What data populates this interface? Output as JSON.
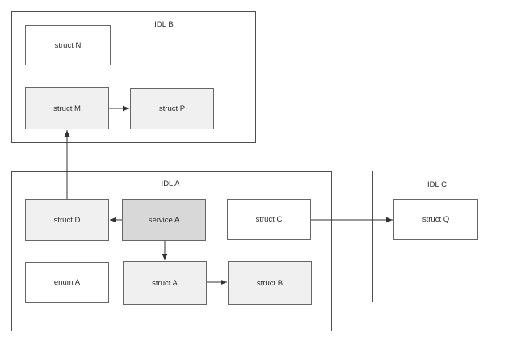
{
  "diagram": {
    "containers": {
      "idl_b": {
        "label": "IDL B"
      },
      "idl_a": {
        "label": "IDL A"
      },
      "idl_c": {
        "label": "IDL C"
      }
    },
    "nodes": {
      "struct_n": {
        "label": "struct N",
        "fill": "white"
      },
      "struct_m": {
        "label": "struct M",
        "fill": "light-gray"
      },
      "struct_p": {
        "label": "struct P",
        "fill": "light-gray"
      },
      "struct_d": {
        "label": "struct D",
        "fill": "light-gray"
      },
      "service_a": {
        "label": "service A",
        "fill": "medium-gray"
      },
      "struct_c": {
        "label": "struct C",
        "fill": "white"
      },
      "enum_a": {
        "label": "enum A",
        "fill": "white"
      },
      "struct_a": {
        "label": "struct A",
        "fill": "light-gray"
      },
      "struct_b": {
        "label": "struct B",
        "fill": "light-gray"
      },
      "struct_q": {
        "label": "struct Q",
        "fill": "white"
      }
    },
    "edges": [
      {
        "from": "struct M",
        "to": "struct P"
      },
      {
        "from": "struct D",
        "to": "struct M"
      },
      {
        "from": "service A",
        "to": "struct D"
      },
      {
        "from": "service A",
        "to": "struct A"
      },
      {
        "from": "struct A",
        "to": "struct B"
      },
      {
        "from": "struct C",
        "to": "struct Q"
      }
    ],
    "colors": {
      "background": "#ffffff",
      "node_white": "#ffffff",
      "node_light": "#f0f0f0",
      "node_medium": "#d8d8d8",
      "node_border": "#666666",
      "container_border": "#4d4d4d",
      "edge": "#333333",
      "text": "#2b2b2b"
    }
  }
}
